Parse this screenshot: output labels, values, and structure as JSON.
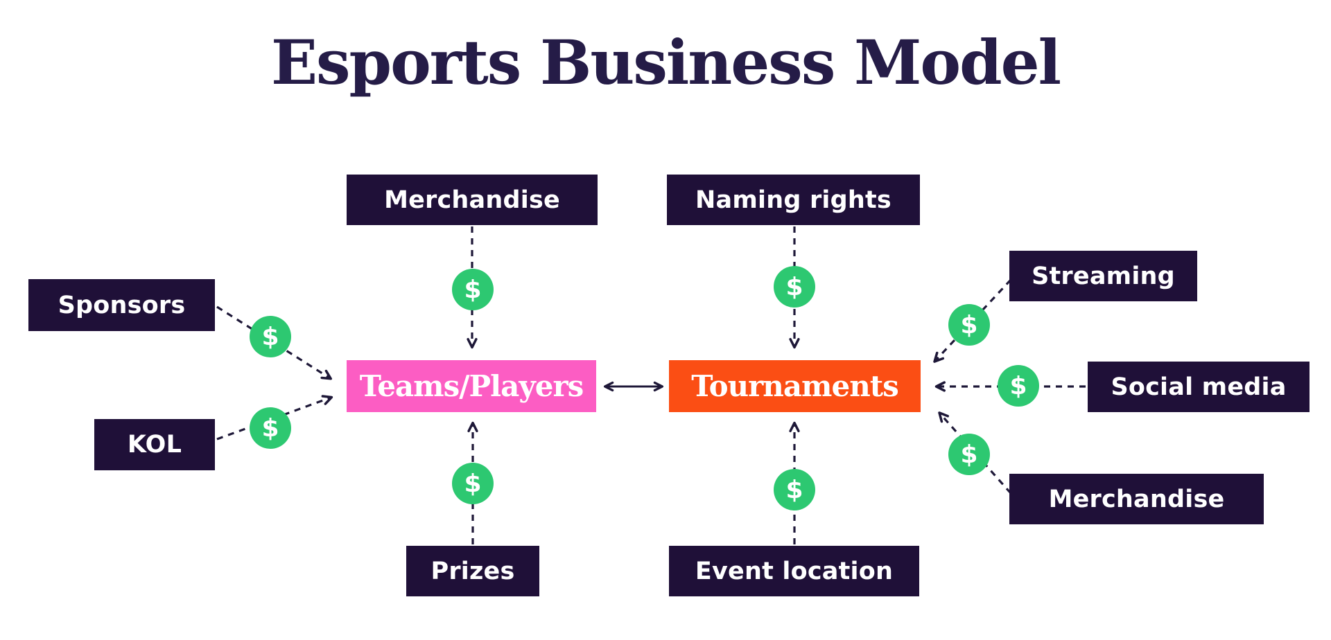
{
  "title": "Esports Business Model",
  "icons": {
    "dollar": "$"
  },
  "colors": {
    "navy_box": "#1f1038",
    "title_ink": "#251c47",
    "pink": "#fc5dc3",
    "orange": "#fb4e14",
    "green": "#2dc871",
    "line": "#1e1838",
    "background": "#ffffff"
  },
  "nodes": {
    "teams_players": {
      "label": "Teams/Players"
    },
    "tournaments": {
      "label": "Tournaments"
    },
    "merchandise_top": {
      "label": "Merchandise"
    },
    "naming_rights": {
      "label": "Naming rights"
    },
    "sponsors": {
      "label": "Sponsors"
    },
    "kol": {
      "label": "KOL"
    },
    "prizes": {
      "label": "Prizes"
    },
    "event_location": {
      "label": "Event location"
    },
    "streaming": {
      "label": "Streaming"
    },
    "social_media": {
      "label": "Social media"
    },
    "merchandise_right": {
      "label": "Merchandise"
    }
  },
  "flows": [
    {
      "from": "Sponsors",
      "to": "Teams/Players",
      "icon": "dollar",
      "style": "dashed"
    },
    {
      "from": "KOL",
      "to": "Teams/Players",
      "icon": "dollar",
      "style": "dashed"
    },
    {
      "from": "Merchandise",
      "to": "Teams/Players",
      "icon": "dollar",
      "style": "dashed"
    },
    {
      "from": "Prizes",
      "to": "Teams/Players",
      "icon": "dollar",
      "style": "dashed"
    },
    {
      "from": "Naming rights",
      "to": "Tournaments",
      "icon": "dollar",
      "style": "dashed"
    },
    {
      "from": "Event location",
      "to": "Tournaments",
      "icon": "dollar",
      "style": "dashed"
    },
    {
      "from": "Streaming",
      "to": "Tournaments",
      "icon": "dollar",
      "style": "dashed"
    },
    {
      "from": "Social media",
      "to": "Tournaments",
      "icon": "dollar",
      "style": "dashed"
    },
    {
      "from": "Merchandise",
      "to": "Tournaments",
      "icon": "dollar",
      "style": "dashed"
    },
    {
      "from": "Teams/Players",
      "to": "Tournaments",
      "style": "solid",
      "bidirectional": true
    }
  ]
}
